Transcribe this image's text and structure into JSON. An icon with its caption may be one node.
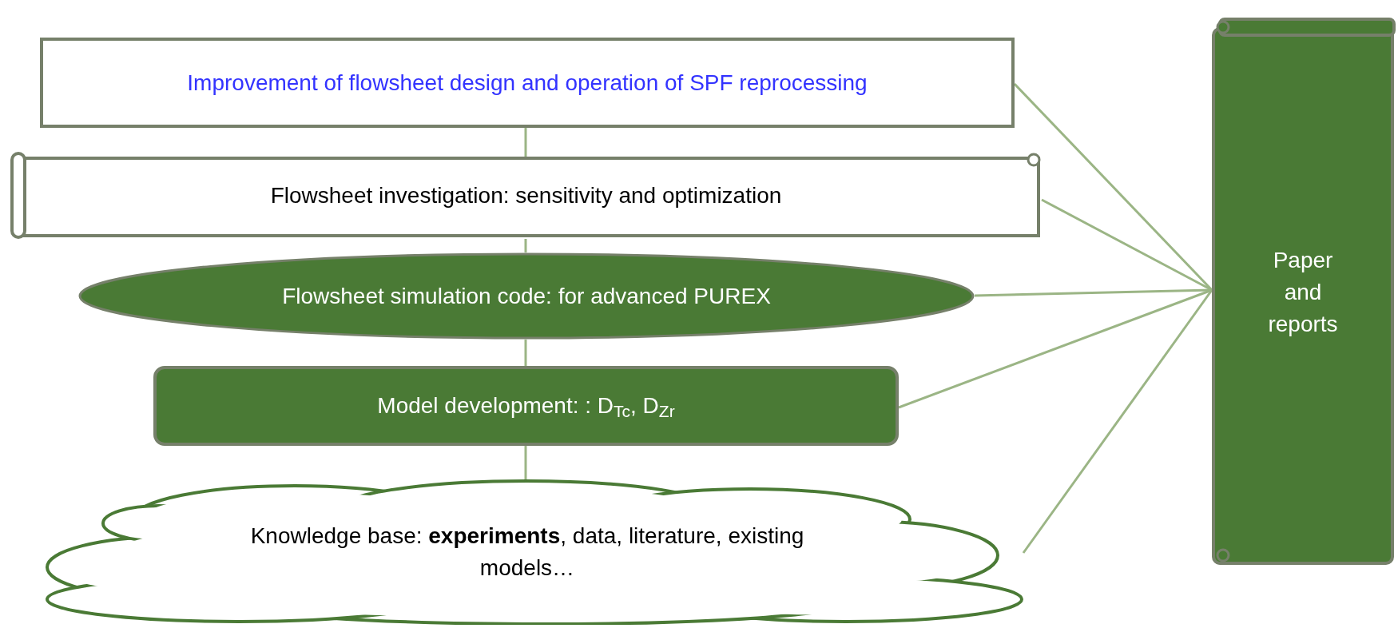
{
  "diagram": {
    "nodes": [
      {
        "text": [
          "Improvement of flowsheet design and operation of SPF reprocessing"
        ]
      },
      {
        "text": [
          "Flowsheet investigation: sensitivity and optimization"
        ]
      },
      {
        "text": [
          "Flowsheet simulation code: for advanced PUREX"
        ]
      },
      {
        "text": [
          "Model development: : D$_{Tc}$, D$_{Zr}$"
        ]
      },
      {
        "text": [
          "Knowledge base: **experiments**, data, literature, existing models…"
        ]
      },
      {
        "text": [
          "Paper and reports"
        ]
      }
    ],
    "edges": [
      {
        "from": 0,
        "to": 1,
        "arrow": "none"
      },
      {
        "from": 1,
        "to": 2,
        "arrow": "none"
      },
      {
        "from": 2,
        "to": 3,
        "arrow": "none"
      },
      {
        "from": 3,
        "to": 4,
        "arrow": "none"
      },
      {
        "from": 0,
        "to": 5,
        "arrow": "none"
      },
      {
        "from": 1,
        "to": 5,
        "arrow": "none"
      },
      {
        "from": 2,
        "to": 5,
        "arrow": "none"
      },
      {
        "from": 3,
        "to": 5,
        "arrow": "none"
      },
      {
        "from": 4,
        "to": 5,
        "arrow": "none"
      }
    ]
  }
}
